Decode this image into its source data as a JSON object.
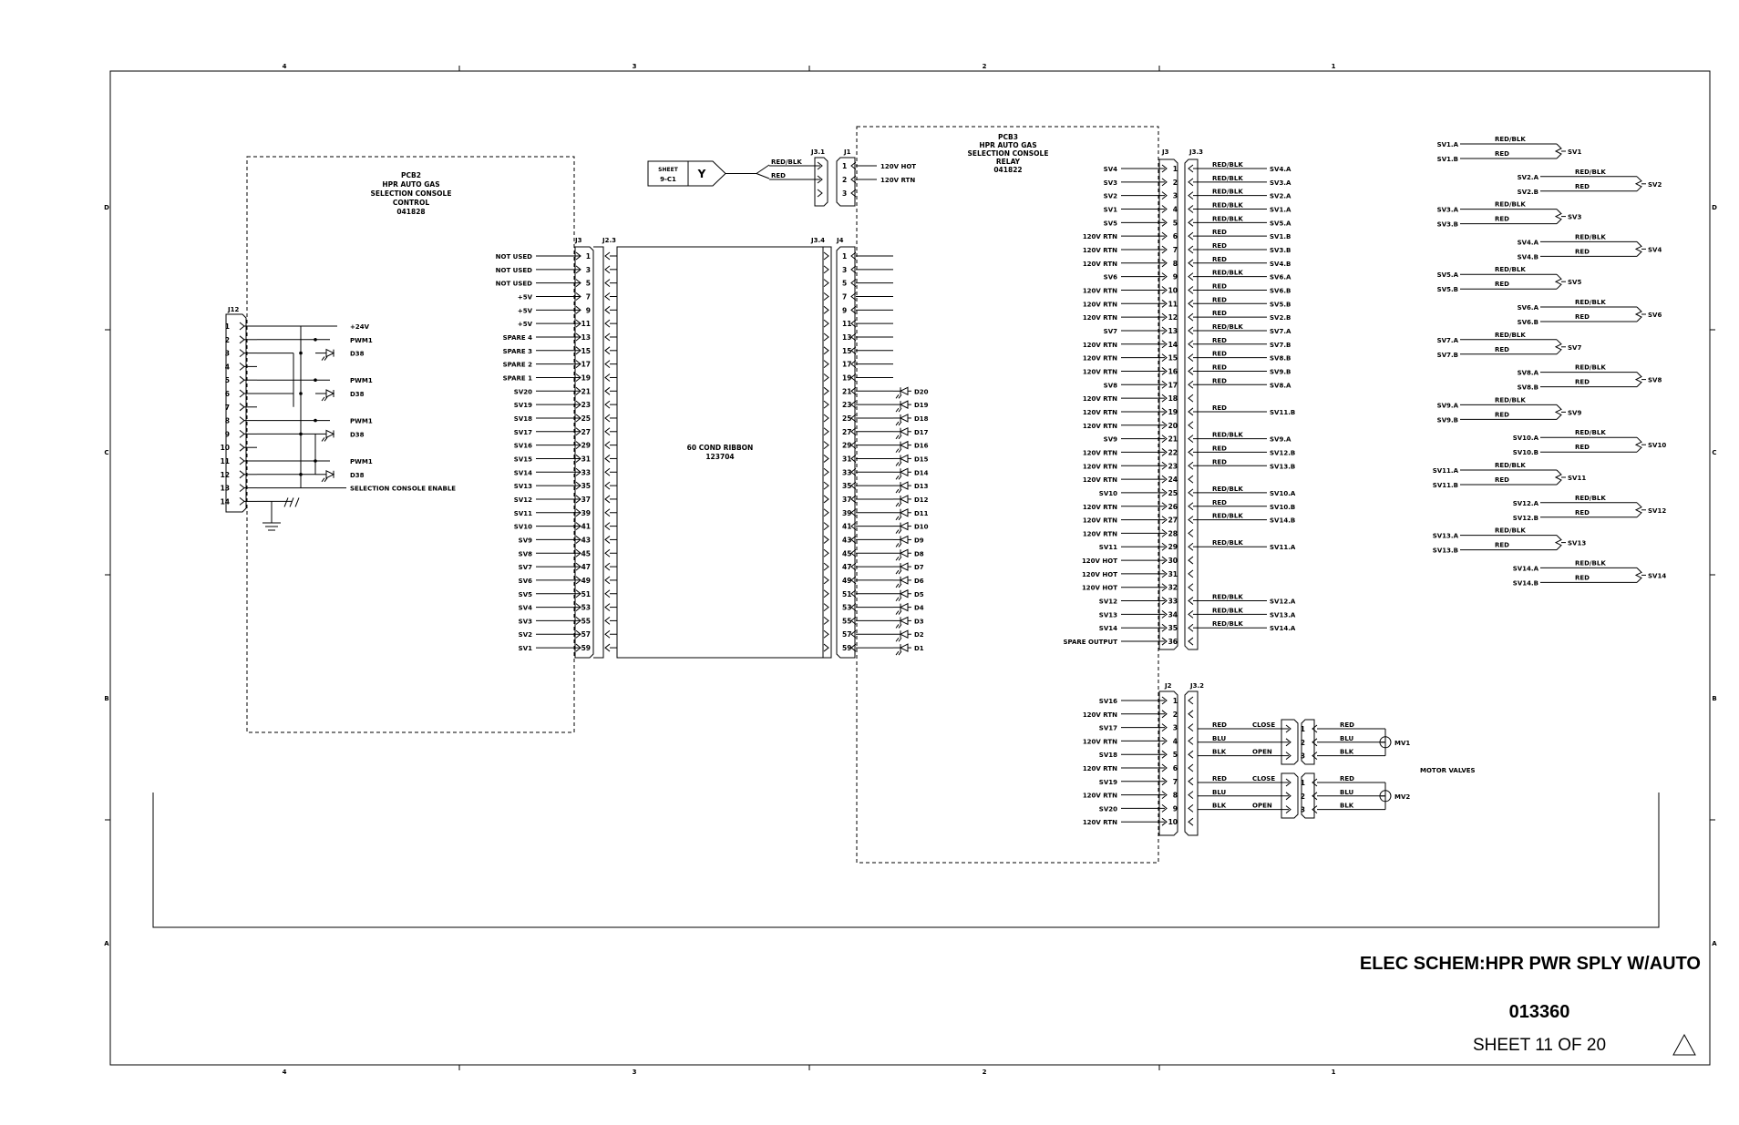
{
  "border": {
    "zones_top": [
      "4",
      "3",
      "2",
      "1"
    ],
    "zones_side": [
      "D",
      "C",
      "B",
      "A"
    ]
  },
  "title_block": {
    "title": "ELEC SCHEM:HPR PWR SPLY W/AUTO",
    "drawing_number": "013360",
    "sheet": "SHEET 11 OF 20",
    "revision_symbol": "triangle-icon"
  },
  "sheet_ref": {
    "line1": "SHEET",
    "line2": "9-C1",
    "symbol": "Y"
  },
  "pcb2": {
    "lines": [
      "PCB2",
      "HPR AUTO GAS",
      "SELECTION CONSOLE",
      "CONTROL",
      "041828"
    ]
  },
  "pcb3": {
    "lines": [
      "PCB3",
      "HPR AUTO GAS",
      "SELECTION CONSOLE",
      "RELAY",
      "041822"
    ]
  },
  "ribbon": {
    "lines": [
      "60 COND RIBBON",
      "123704"
    ]
  },
  "connectors": {
    "j12": "J12",
    "j3_left": "J3",
    "j23": "J2.3",
    "j34": "J3.4",
    "j4": "J4",
    "j31": "J3.1",
    "j1": "J1",
    "j3_right": "J3",
    "j33": "J3.3",
    "j2": "J2",
    "j32": "J3.2"
  },
  "j12_pins": [
    "1",
    "2",
    "3",
    "4",
    "5",
    "6",
    "7",
    "8",
    "9",
    "10",
    "11",
    "12",
    "13",
    "14"
  ],
  "j12_labels": [
    {
      "pin": "1",
      "label": "+24V"
    },
    {
      "pin": "2",
      "label": "PWM1"
    },
    {
      "pin": "3",
      "label": "D38"
    },
    {
      "pin": "5",
      "label": "PWM1"
    },
    {
      "pin": "6",
      "label": "D38"
    },
    {
      "pin": "8",
      "label": "PWM1"
    },
    {
      "pin": "9",
      "label": "D38"
    },
    {
      "pin": "11",
      "label": "PWM1"
    },
    {
      "pin": "12",
      "label": "D38"
    },
    {
      "pin": "13",
      "label": "SELECTION CONSOLE ENABLE"
    }
  ],
  "j3_left_rows": [
    {
      "label": "NOT USED",
      "pin": "1"
    },
    {
      "label": "NOT USED",
      "pin": "3"
    },
    {
      "label": "NOT USED",
      "pin": "5"
    },
    {
      "label": "+5V",
      "pin": "7"
    },
    {
      "label": "+5V",
      "pin": "9"
    },
    {
      "label": "+5V",
      "pin": "11"
    },
    {
      "label": "SPARE 4",
      "pin": "13"
    },
    {
      "label": "SPARE 3",
      "pin": "15"
    },
    {
      "label": "SPARE 2",
      "pin": "17"
    },
    {
      "label": "SPARE 1",
      "pin": "19"
    },
    {
      "label": "SV20",
      "pin": "21"
    },
    {
      "label": "SV19",
      "pin": "23"
    },
    {
      "label": "SV18",
      "pin": "25"
    },
    {
      "label": "SV17",
      "pin": "27"
    },
    {
      "label": "SV16",
      "pin": "29"
    },
    {
      "label": "SV15",
      "pin": "31"
    },
    {
      "label": "SV14",
      "pin": "33"
    },
    {
      "label": "SV13",
      "pin": "35"
    },
    {
      "label": "SV12",
      "pin": "37"
    },
    {
      "label": "SV11",
      "pin": "39"
    },
    {
      "label": "SV10",
      "pin": "41"
    },
    {
      "label": "SV9",
      "pin": "43"
    },
    {
      "label": "SV8",
      "pin": "45"
    },
    {
      "label": "SV7",
      "pin": "47"
    },
    {
      "label": "SV6",
      "pin": "49"
    },
    {
      "label": "SV5",
      "pin": "51"
    },
    {
      "label": "SV4",
      "pin": "53"
    },
    {
      "label": "SV3",
      "pin": "55"
    },
    {
      "label": "SV2",
      "pin": "57"
    },
    {
      "label": "SV1",
      "pin": "59"
    }
  ],
  "j4_rows": [
    {
      "pin": "1",
      "label": ""
    },
    {
      "pin": "3",
      "label": ""
    },
    {
      "pin": "5",
      "label": ""
    },
    {
      "pin": "7",
      "label": ""
    },
    {
      "pin": "9",
      "label": ""
    },
    {
      "pin": "11",
      "label": ""
    },
    {
      "pin": "13",
      "label": ""
    },
    {
      "pin": "15",
      "label": ""
    },
    {
      "pin": "17",
      "label": ""
    },
    {
      "pin": "19",
      "label": ""
    },
    {
      "pin": "21",
      "label": "D20"
    },
    {
      "pin": "23",
      "label": "D19"
    },
    {
      "pin": "25",
      "label": "D18"
    },
    {
      "pin": "27",
      "label": "D17"
    },
    {
      "pin": "29",
      "label": "D16"
    },
    {
      "pin": "31",
      "label": "D15"
    },
    {
      "pin": "33",
      "label": "D14"
    },
    {
      "pin": "35",
      "label": "D13"
    },
    {
      "pin": "37",
      "label": "D12"
    },
    {
      "pin": "39",
      "label": "D11"
    },
    {
      "pin": "41",
      "label": "D10"
    },
    {
      "pin": "43",
      "label": "D9"
    },
    {
      "pin": "45",
      "label": "D8"
    },
    {
      "pin": "47",
      "label": "D7"
    },
    {
      "pin": "49",
      "label": "D6"
    },
    {
      "pin": "51",
      "label": "D5"
    },
    {
      "pin": "53",
      "label": "D4"
    },
    {
      "pin": "55",
      "label": "D3"
    },
    {
      "pin": "57",
      "label": "D2"
    },
    {
      "pin": "59",
      "label": "D1"
    }
  ],
  "j1_rows": [
    {
      "pin": "1",
      "wire": "RED/BLK",
      "label": "120V HOT"
    },
    {
      "pin": "2",
      "wire": "RED",
      "label": "120V RTN"
    },
    {
      "pin": "3",
      "wire": "",
      "label": ""
    }
  ],
  "j3_right_rows": [
    {
      "left": "SV4",
      "pin": "1",
      "wire": "RED/BLK",
      "right": "SV4.A"
    },
    {
      "left": "SV3",
      "pin": "2",
      "wire": "RED/BLK",
      "right": "SV3.A"
    },
    {
      "left": "SV2",
      "pin": "3",
      "wire": "RED/BLK",
      "right": "SV2.A"
    },
    {
      "left": "SV1",
      "pin": "4",
      "wire": "RED/BLK",
      "right": "SV1.A"
    },
    {
      "left": "SV5",
      "pin": "5",
      "wire": "RED/BLK",
      "right": "SV5.A"
    },
    {
      "left": "120V RTN",
      "pin": "6",
      "wire": "RED",
      "right": "SV1.B"
    },
    {
      "left": "120V RTN",
      "pin": "7",
      "wire": "RED",
      "right": "SV3.B"
    },
    {
      "left": "120V RTN",
      "pin": "8",
      "wire": "RED",
      "right": "SV4.B"
    },
    {
      "left": "SV6",
      "pin": "9",
      "wire": "RED/BLK",
      "right": "SV6.A"
    },
    {
      "left": "120V RTN",
      "pin": "10",
      "wire": "RED",
      "right": "SV6.B"
    },
    {
      "left": "120V RTN",
      "pin": "11",
      "wire": "RED",
      "right": "SV5.B"
    },
    {
      "left": "120V RTN",
      "pin": "12",
      "wire": "RED",
      "right": "SV2.B"
    },
    {
      "left": "SV7",
      "pin": "13",
      "wire": "RED/BLK",
      "right": "SV7.A"
    },
    {
      "left": "120V RTN",
      "pin": "14",
      "wire": "RED",
      "right": "SV7.B"
    },
    {
      "left": "120V RTN",
      "pin": "15",
      "wire": "RED",
      "right": "SV8.B"
    },
    {
      "left": "120V RTN",
      "pin": "16",
      "wire": "RED",
      "right": "SV9.B"
    },
    {
      "left": "SV8",
      "pin": "17",
      "wire": "RED",
      "right": "SV8.A"
    },
    {
      "left": "120V RTN",
      "pin": "18",
      "wire": "",
      "right": ""
    },
    {
      "left": "120V RTN",
      "pin": "19",
      "wire": "RED",
      "right": "SV11.B"
    },
    {
      "left": "120V RTN",
      "pin": "20",
      "wire": "",
      "right": ""
    },
    {
      "left": "SV9",
      "pin": "21",
      "wire": "RED/BLK",
      "right": "SV9.A"
    },
    {
      "left": "120V RTN",
      "pin": "22",
      "wire": "RED",
      "right": "SV12.B"
    },
    {
      "left": "120V RTN",
      "pin": "23",
      "wire": "RED",
      "right": "SV13.B"
    },
    {
      "left": "120V RTN",
      "pin": "24",
      "wire": "",
      "right": ""
    },
    {
      "left": "SV10",
      "pin": "25",
      "wire": "RED/BLK",
      "right": "SV10.A"
    },
    {
      "left": "120V RTN",
      "pin": "26",
      "wire": "RED",
      "right": "SV10.B"
    },
    {
      "left": "120V RTN",
      "pin": "27",
      "wire": "RED/BLK",
      "right": "SV14.B"
    },
    {
      "left": "120V RTN",
      "pin": "28",
      "wire": "",
      "right": ""
    },
    {
      "left": "SV11",
      "pin": "29",
      "wire": "RED/BLK",
      "right": "SV11.A"
    },
    {
      "left": "120V HOT",
      "pin": "30",
      "wire": "",
      "right": ""
    },
    {
      "left": "120V HOT",
      "pin": "31",
      "wire": "",
      "right": ""
    },
    {
      "left": "120V HOT",
      "pin": "32",
      "wire": "",
      "right": ""
    },
    {
      "left": "SV12",
      "pin": "33",
      "wire": "RED/BLK",
      "right": "SV12.A"
    },
    {
      "left": "SV13",
      "pin": "34",
      "wire": "RED/BLK",
      "right": "SV13.A"
    },
    {
      "left": "SV14",
      "pin": "35",
      "wire": "RED/BLK",
      "right": "SV14.A"
    },
    {
      "left": "SPARE OUTPUT",
      "pin": "36",
      "wire": "",
      "right": ""
    }
  ],
  "j2_rows": [
    {
      "left": "SV16",
      "pin": "1"
    },
    {
      "left": "120V RTN",
      "pin": "2"
    },
    {
      "left": "SV17",
      "pin": "3"
    },
    {
      "left": "120V RTN",
      "pin": "4"
    },
    {
      "left": "SV18",
      "pin": "5"
    },
    {
      "left": "120V RTN",
      "pin": "6"
    },
    {
      "left": "SV19",
      "pin": "7"
    },
    {
      "left": "120V RTN",
      "pin": "8"
    },
    {
      "left": "SV20",
      "pin": "9"
    },
    {
      "left": "120V RTN",
      "pin": "10"
    }
  ],
  "motor_valves": {
    "label": "MOTOR VALVES",
    "valves": [
      {
        "name": "MV1",
        "rows": [
          {
            "wire": "RED",
            "func": "CLOSE",
            "pin": "1",
            "out": "RED"
          },
          {
            "wire": "BLU",
            "func": "",
            "pin": "2",
            "out": "BLU"
          },
          {
            "wire": "BLK",
            "func": "OPEN",
            "pin": "3",
            "out": "BLK"
          }
        ]
      },
      {
        "name": "MV2",
        "rows": [
          {
            "wire": "RED",
            "func": "CLOSE",
            "pin": "1",
            "out": "RED"
          },
          {
            "wire": "BLU",
            "func": "",
            "pin": "2",
            "out": "BLU"
          },
          {
            "wire": "BLK",
            "func": "OPEN",
            "pin": "3",
            "out": "BLK"
          }
        ]
      }
    ]
  },
  "solenoid_valves": [
    {
      "name": "SV1",
      "a": "SV1.A",
      "b": "SV1.B",
      "wa": "RED/BLK",
      "wb": "RED"
    },
    {
      "name": "SV2",
      "a": "SV2.A",
      "b": "SV2.B",
      "wa": "RED/BLK",
      "wb": "RED"
    },
    {
      "name": "SV3",
      "a": "SV3.A",
      "b": "SV3.B",
      "wa": "RED/BLK",
      "wb": "RED"
    },
    {
      "name": "SV4",
      "a": "SV4.A",
      "b": "SV4.B",
      "wa": "RED/BLK",
      "wb": "RED"
    },
    {
      "name": "SV5",
      "a": "SV5.A",
      "b": "SV5.B",
      "wa": "RED/BLK",
      "wb": "RED"
    },
    {
      "name": "SV6",
      "a": "SV6.A",
      "b": "SV6.B",
      "wa": "RED/BLK",
      "wb": "RED"
    },
    {
      "name": "SV7",
      "a": "SV7.A",
      "b": "SV7.B",
      "wa": "RED/BLK",
      "wb": "RED"
    },
    {
      "name": "SV8",
      "a": "SV8.A",
      "b": "SV8.B",
      "wa": "RED/BLK",
      "wb": "RED"
    },
    {
      "name": "SV9",
      "a": "SV9.A",
      "b": "SV9.B",
      "wa": "RED/BLK",
      "wb": "RED"
    },
    {
      "name": "SV10",
      "a": "SV10.A",
      "b": "SV10.B",
      "wa": "RED/BLK",
      "wb": "RED"
    },
    {
      "name": "SV11",
      "a": "SV11.A",
      "b": "SV11.B",
      "wa": "RED/BLK",
      "wb": "RED"
    },
    {
      "name": "SV12",
      "a": "SV12.A",
      "b": "SV12.B",
      "wa": "RED/BLK",
      "wb": "RED"
    },
    {
      "name": "SV13",
      "a": "SV13.A",
      "b": "SV13.B",
      "wa": "RED/BLK",
      "wb": "RED"
    },
    {
      "name": "SV14",
      "a": "SV14.A",
      "b": "SV14.B",
      "wa": "RED/BLK",
      "wb": "RED"
    }
  ]
}
